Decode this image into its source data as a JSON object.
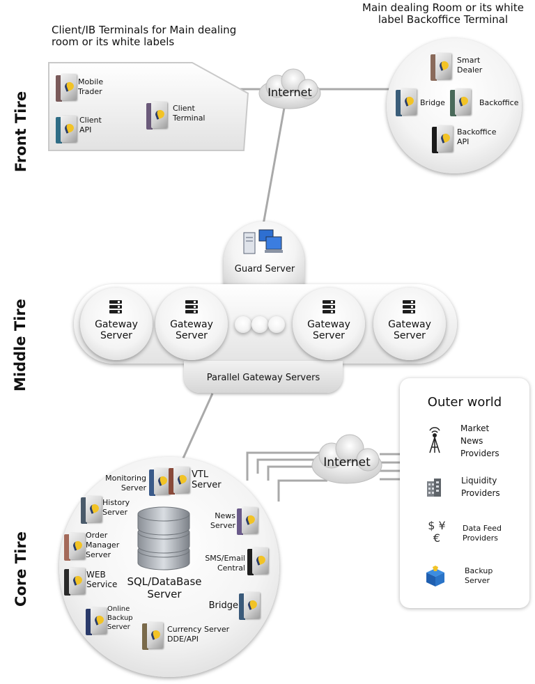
{
  "tiers": {
    "front": "Front Tire",
    "middle": "Middle Tire",
    "core": "Core Tire"
  },
  "front": {
    "client_heading": "Client/IB Terminals for Main dealing room or its white labels",
    "dealer_heading": "Main dealing Room or its white label Backoffice Terminal",
    "internet": "Internet",
    "mobile_trader": "Mobile Trader",
    "client_api": "Client API",
    "client_terminal": "Client Terminal",
    "smart_dealer": "Smart Dealer",
    "bridge": "Bridge",
    "backoffice": "Backoffice",
    "backoffice_api": "Backoffice API"
  },
  "middle": {
    "guard_server": "Guard Server",
    "gateways": [
      "Gateway Server",
      "Gateway Server",
      "Gateway Server",
      "Gateway Server"
    ],
    "parallel": "Parallel Gateway Servers"
  },
  "core": {
    "internet": "Internet",
    "monitoring": "Monitoring Server",
    "vtl": "VTL Server",
    "history": "History Server",
    "news": "News Server",
    "order_manager": "Order Manager Server",
    "sms_email": "SMS/Email Central",
    "web": "WEB Service",
    "sql": "SQL/DataBase Server",
    "bridge": "Bridge",
    "online_backup": "Online Backup Server",
    "currency": "Currency Server DDE/API"
  },
  "outer": {
    "title": "Outer world",
    "market_news": "Market News Providers",
    "liquidity": "Liquidity Providers",
    "data_feed": "Data Feed Providers",
    "backup": "Backup Server",
    "currency_symbols": "$ ¥€"
  }
}
